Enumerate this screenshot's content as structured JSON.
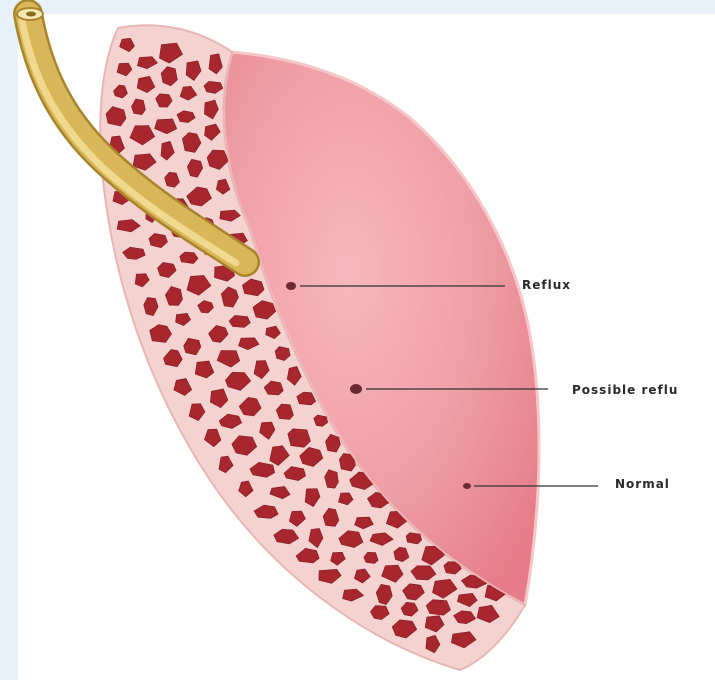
{
  "diagram": {
    "labels": {
      "reflux": "Reflux",
      "possible_reflux": "Possible reflu",
      "normal": "Normal"
    },
    "colors": {
      "background": "#e8f1f9",
      "panel": "#ffffff",
      "mucosa": "#e98a93",
      "mucosa_edge": "#f6c6c9",
      "muscle_wall": "#f3d2cf",
      "muscle_cell": "#a8262e",
      "ureter": "#d9b658",
      "ureter_highlight": "#f2dd96",
      "ureter_edge": "#a8852c",
      "pointer_line": "#333333"
    },
    "icons": [
      "ureteral-orifice-icon"
    ]
  }
}
